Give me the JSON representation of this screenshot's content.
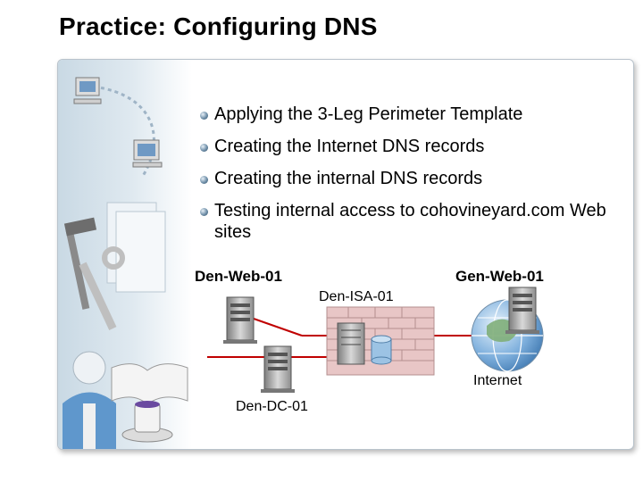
{
  "slide": {
    "title": "Practice: Configuring DNS"
  },
  "bullets": [
    {
      "text": "Applying the 3-Leg Perimeter Template"
    },
    {
      "text": "Creating the Internet DNS records"
    },
    {
      "text": "Creating the internal DNS records"
    },
    {
      "text": "Testing internal access to cohovineyard.com Web sites"
    }
  ],
  "diagram": {
    "labels": {
      "den_web": "Den-Web-01",
      "gen_web": "Gen-Web-01",
      "den_isa": "Den-ISA-01",
      "internet": "Internet",
      "den_dc": "Den-DC-01"
    },
    "colors": {
      "link": "#c00000",
      "firewall": "#d9a6a6",
      "server": "#a7a7a7",
      "globe": "#5d97cc"
    }
  }
}
